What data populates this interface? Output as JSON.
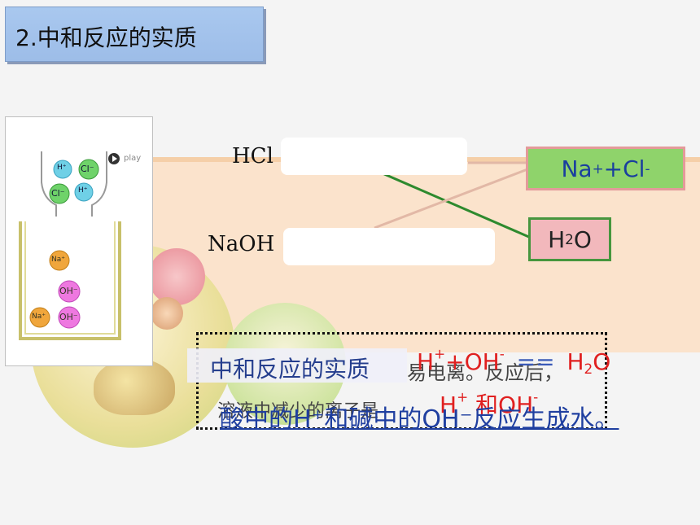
{
  "slide": {
    "title": "2.中和反应的实质"
  },
  "animation": {
    "play_label": "play",
    "ions_top": [
      "H⁺",
      "Cl⁻",
      "Cl⁻",
      "H⁺"
    ],
    "ions_bottom": [
      "Na⁺",
      "OH⁻",
      "Na⁺",
      "OH⁻"
    ]
  },
  "matching": {
    "left_items": [
      "HCl",
      "NaOH"
    ],
    "right_items": {
      "nacl_base1": "Na",
      "nacl_sup1": "+",
      "nacl_plus": "+Cl",
      "nacl_sup2": "-",
      "h2o_base1": "H",
      "h2o_sub": "2",
      "h2o_base2": "O"
    }
  },
  "summary": {
    "heading": "中和反应的实质",
    "ghost_line1": "易电离。反应后，",
    "ghost_line2": "溶液中减少的离子是",
    "eq_h": "H",
    "eq_hsup": "+",
    "eq_oh": "+OH",
    "eq_ohsup": "-",
    "eq_arrow": "==",
    "eq_h2o_h": "H",
    "eq_h2o_sub": "2",
    "eq_h2o_o": "O",
    "ions_h": "H",
    "ions_hsup": "+",
    "ions_and": " 和OH",
    "ions_ohsup": "-",
    "conclusion": "酸中的H⁺和碱中的OH⁻反应生成水。"
  },
  "colors": {
    "title_bg": "#a9c8ef",
    "accent_blue": "#1f3fa0",
    "accent_red": "#e02020",
    "band": "#fbe3cc",
    "nacl_box": "#8fd36b",
    "h2o_box": "#f2b8bc"
  }
}
